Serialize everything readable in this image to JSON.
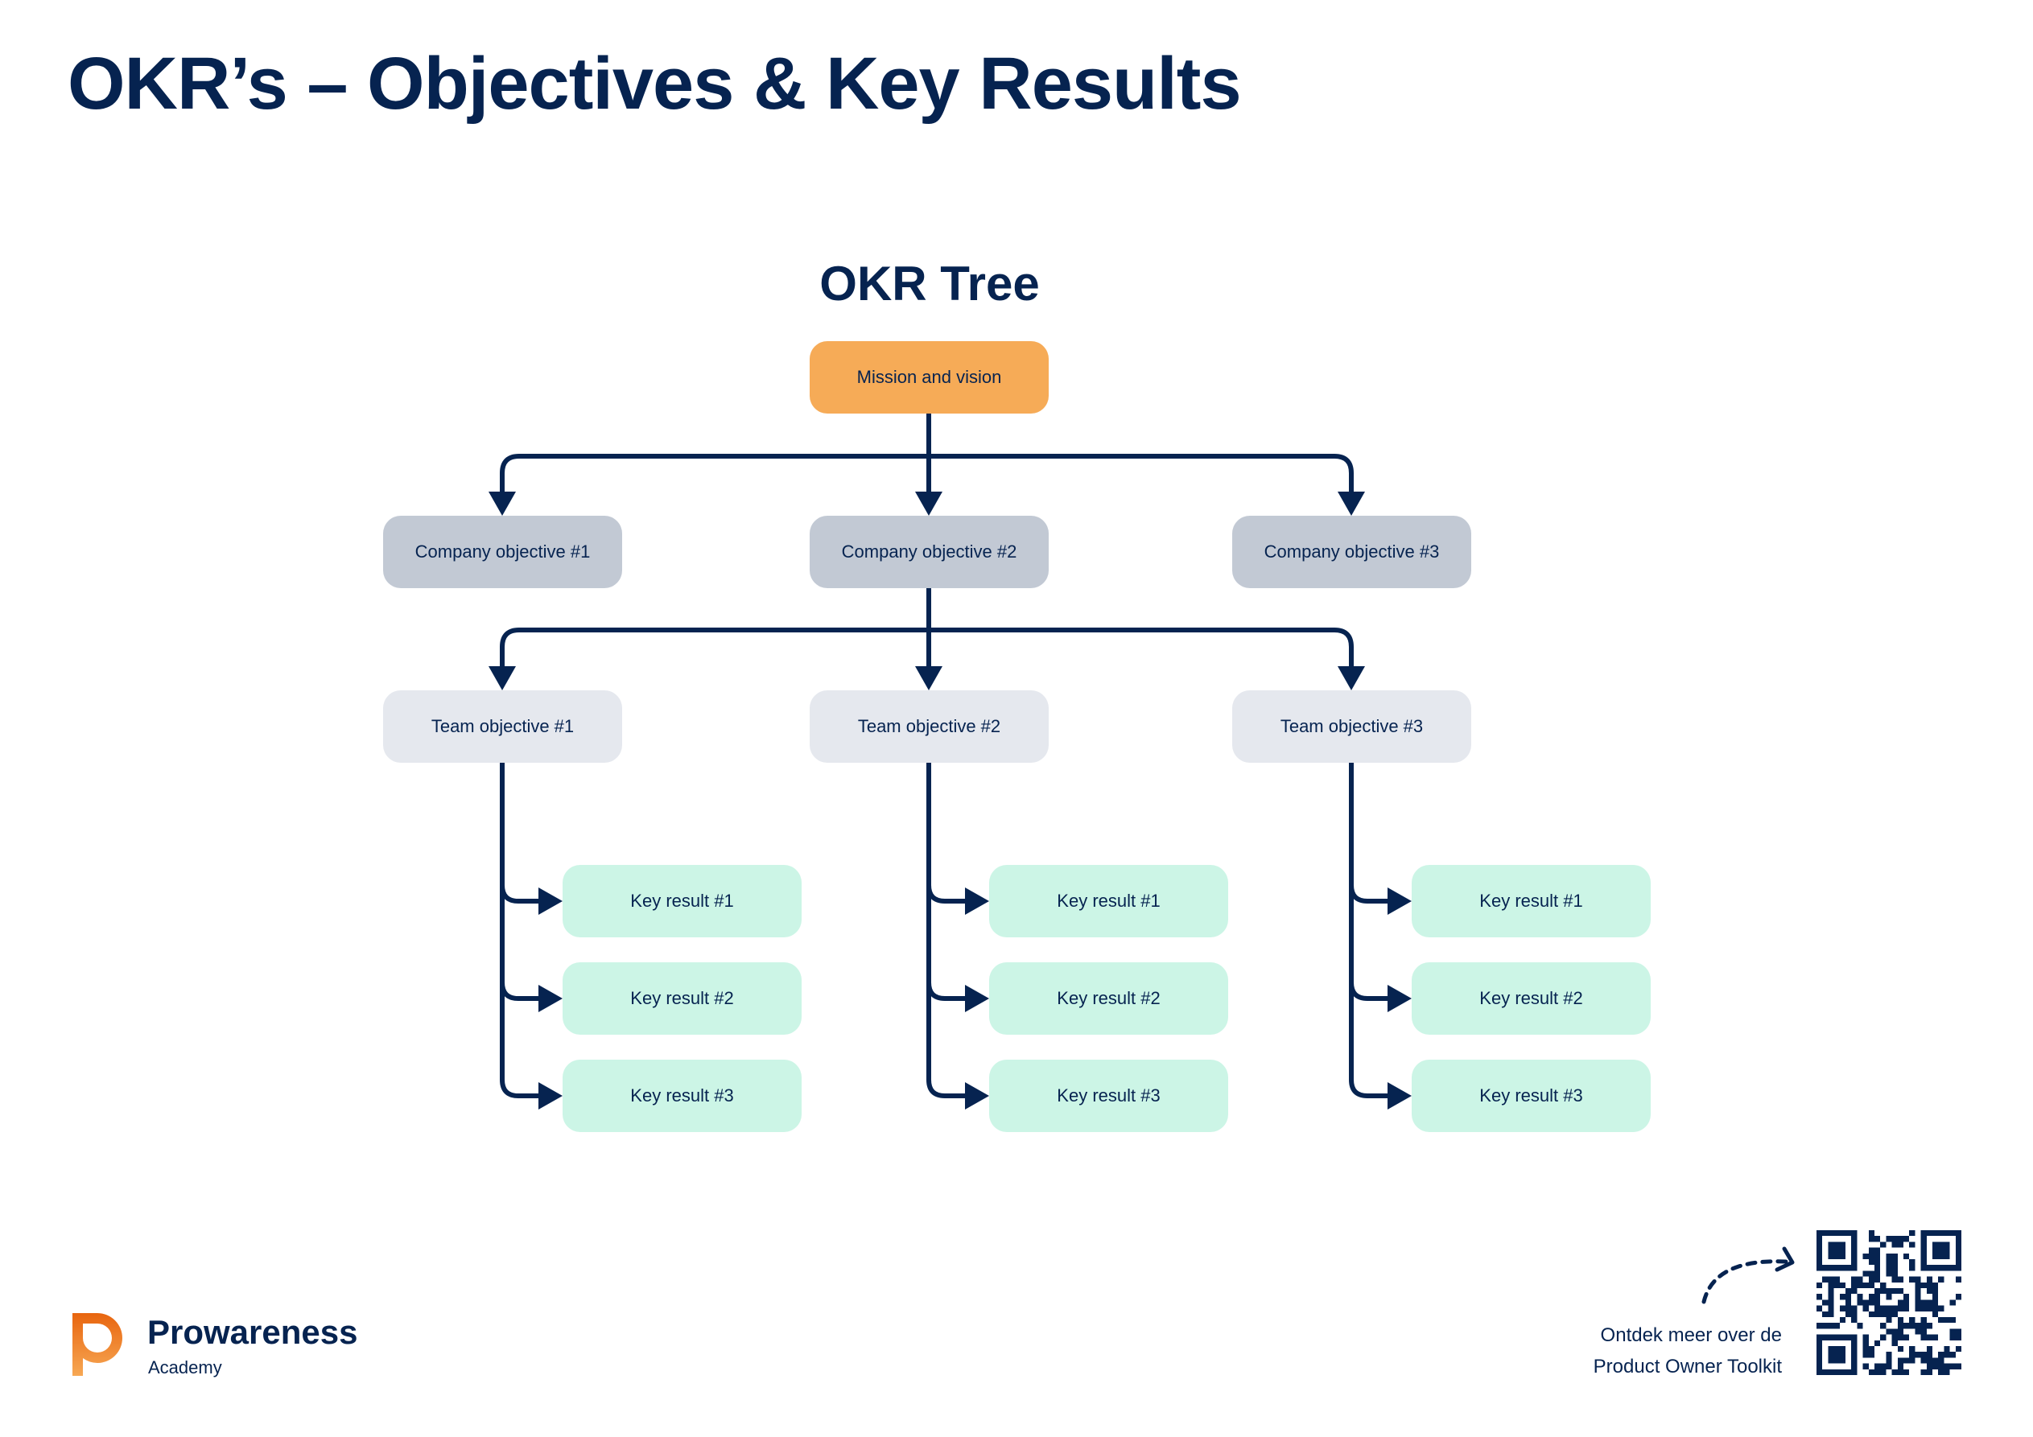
{
  "page": {
    "title": "OKR’s – Objectives & Key Results",
    "diagram_title": "OKR Tree"
  },
  "colors": {
    "navy": "#062350",
    "mission": "#F6AB57",
    "company": "#C2C9D4",
    "team": "#E5E8EE",
    "key_result": "#CCF5E6",
    "brand_orange_top": "#E8650F",
    "brand_orange_bottom": "#F7A854"
  },
  "tree": {
    "root": {
      "label": "Mission and vision"
    },
    "company_objectives": [
      {
        "label": "Company objective #1"
      },
      {
        "label": "Company objective #2"
      },
      {
        "label": "Company objective #3"
      }
    ],
    "expanded_company_objective_index": 1,
    "team_objectives": [
      {
        "label": "Team objective #1",
        "key_results": [
          {
            "label": "Key result #1"
          },
          {
            "label": "Key result #2"
          },
          {
            "label": "Key result #3"
          }
        ]
      },
      {
        "label": "Team objective #2",
        "key_results": [
          {
            "label": "Key result #1"
          },
          {
            "label": "Key result #2"
          },
          {
            "label": "Key result #3"
          }
        ]
      },
      {
        "label": "Team objective #3",
        "key_results": [
          {
            "label": "Key result #1"
          },
          {
            "label": "Key result #2"
          },
          {
            "label": "Key result #3"
          }
        ]
      }
    ]
  },
  "footer": {
    "brand_name": "Prowareness",
    "brand_sub": "Academy",
    "cta_line1": "Ontdek meer over de",
    "cta_line2": "Product Owner Toolkit",
    "qr_icon": "qr-code-icon",
    "arrow_icon": "dashed-curved-arrow-icon"
  }
}
